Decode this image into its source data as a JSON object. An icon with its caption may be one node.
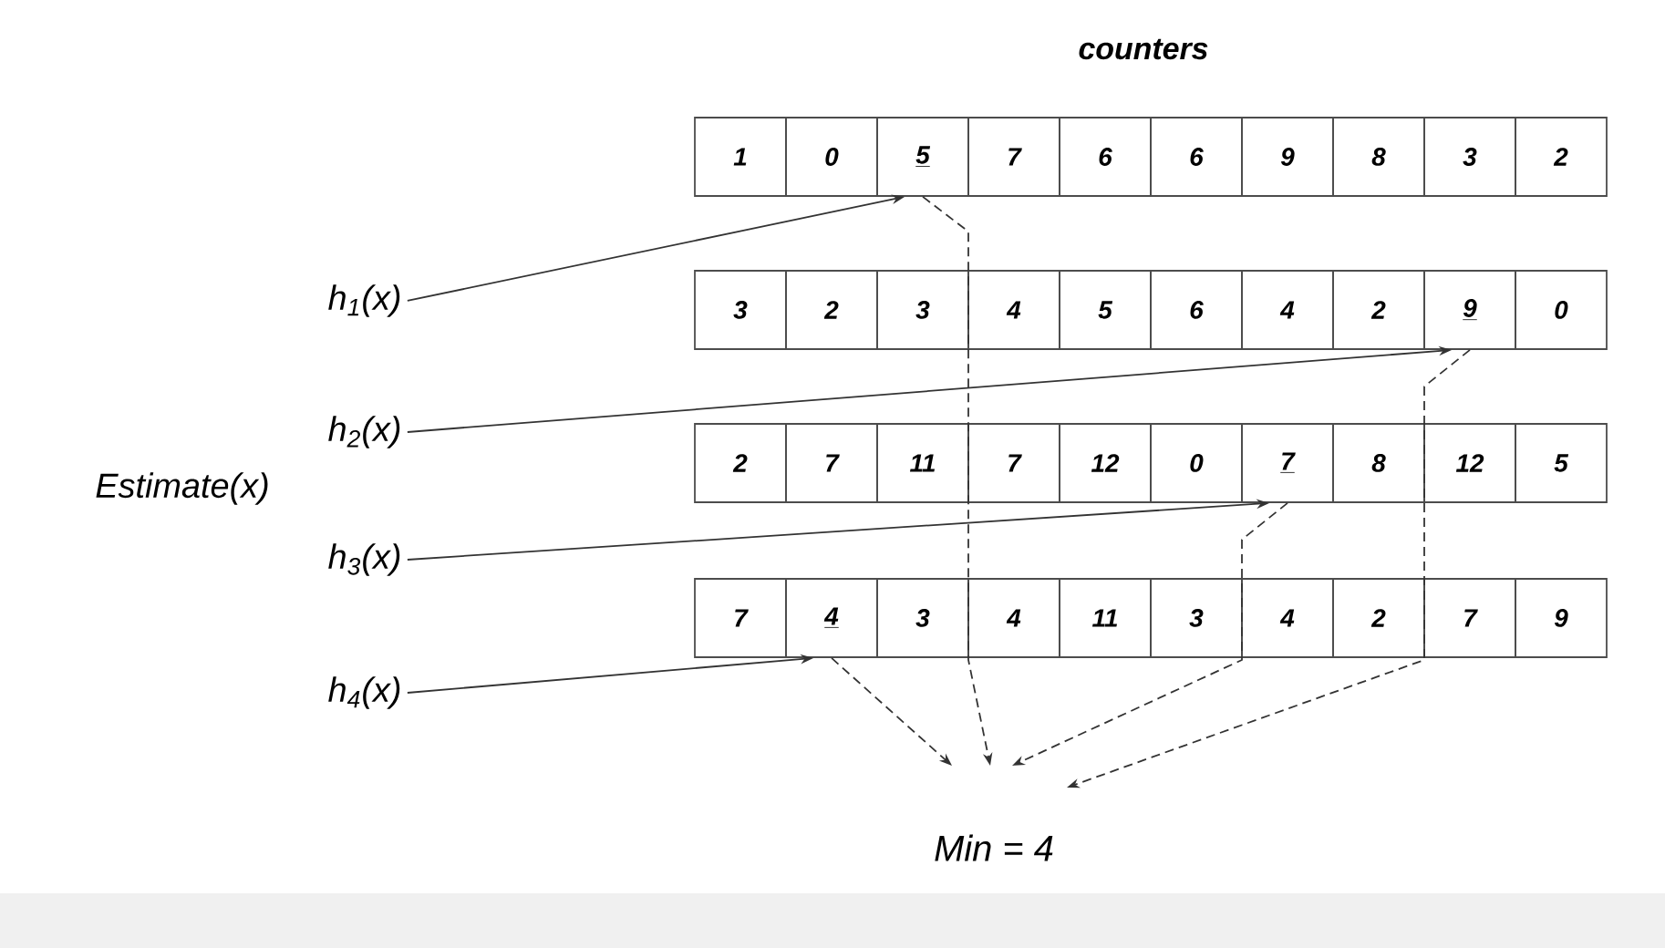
{
  "diagram": {
    "title": "counters",
    "nodes": [
      {
        "text": [
          "1"
        ]
      },
      {
        "text": [
          "0"
        ]
      },
      {
        "text": [
          "5"
        ]
      },
      {
        "text": [
          "7"
        ]
      },
      {
        "text": [
          "6"
        ]
      },
      {
        "text": [
          "6"
        ]
      },
      {
        "text": [
          "9"
        ]
      },
      {
        "text": [
          "8"
        ]
      },
      {
        "text": [
          "3"
        ]
      },
      {
        "text": [
          "2"
        ]
      },
      {
        "text": [
          "3"
        ]
      },
      {
        "text": [
          "2"
        ]
      },
      {
        "text": [
          "3"
        ]
      },
      {
        "text": [
          "4"
        ]
      },
      {
        "text": [
          "5"
        ]
      },
      {
        "text": [
          "6"
        ]
      },
      {
        "text": [
          "4"
        ]
      },
      {
        "text": [
          "2"
        ]
      },
      {
        "text": [
          "9"
        ]
      },
      {
        "text": [
          "0"
        ]
      },
      {
        "text": [
          "2"
        ]
      },
      {
        "text": [
          "7"
        ]
      },
      {
        "text": [
          "11"
        ]
      },
      {
        "text": [
          "7"
        ]
      },
      {
        "text": [
          "12"
        ]
      },
      {
        "text": [
          "0"
        ]
      },
      {
        "text": [
          "7"
        ]
      },
      {
        "text": [
          "8"
        ]
      },
      {
        "text": [
          "12"
        ]
      },
      {
        "text": [
          "5"
        ]
      },
      {
        "text": [
          "7"
        ]
      },
      {
        "text": [
          "4"
        ]
      },
      {
        "text": [
          "3"
        ]
      },
      {
        "text": [
          "4"
        ]
      },
      {
        "text": [
          "11"
        ]
      },
      {
        "text": [
          "3"
        ]
      },
      {
        "text": [
          "4"
        ]
      },
      {
        "text": [
          "2"
        ]
      },
      {
        "text": [
          "7"
        ]
      },
      {
        "text": [
          "9"
        ]
      },
      {
        "text": [
          "h$_{1}$(x)"
        ]
      },
      {
        "text": [
          "h$_{2}$(x)"
        ]
      },
      {
        "text": [
          "h$_{3}$(x)"
        ]
      },
      {
        "text": [
          "h$_{4}$(x)"
        ]
      },
      {
        "text": [
          "Min = 4"
        ]
      }
    ],
    "edges": [
      {
        "from": 40,
        "to": 2,
        "arrow": "to"
      },
      {
        "from": 41,
        "to": 18,
        "arrow": "to"
      },
      {
        "from": 42,
        "to": 26,
        "arrow": "to"
      },
      {
        "from": 43,
        "to": 31,
        "arrow": "to"
      },
      {
        "from": 2,
        "to": 44,
        "arrow": "to",
        "style": "dashed"
      },
      {
        "from": 18,
        "to": 44,
        "arrow": "to",
        "style": "dashed"
      },
      {
        "from": 26,
        "to": 44,
        "arrow": "to",
        "style": "dashed"
      },
      {
        "from": 31,
        "to": 44,
        "arrow": "to",
        "style": "dashed"
      }
    ],
    "labels": [
      "Estimate(x)"
    ]
  }
}
